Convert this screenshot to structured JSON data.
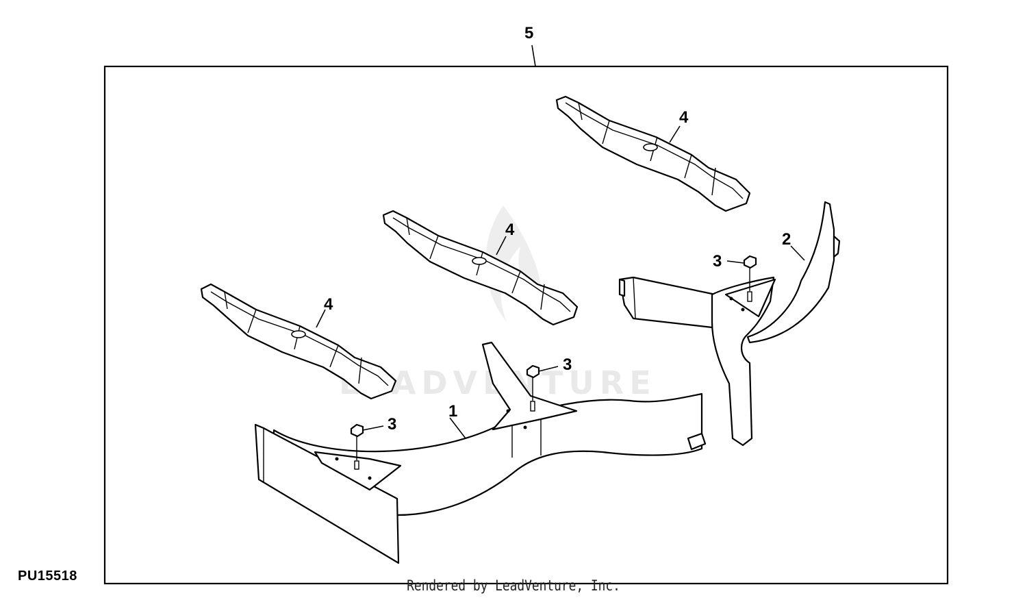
{
  "watermark": "LEADVENTURE",
  "figure_id": "PU15518",
  "footer": "Rendered by LeadVenture, Inc.",
  "callouts": {
    "assembly": "5",
    "left_baffle": "1",
    "right_baffle": "2",
    "bolt_left": "3",
    "bolt_center": "3",
    "bolt_right": "3",
    "blade_top": "4",
    "blade_middle": "4",
    "blade_left": "4"
  }
}
